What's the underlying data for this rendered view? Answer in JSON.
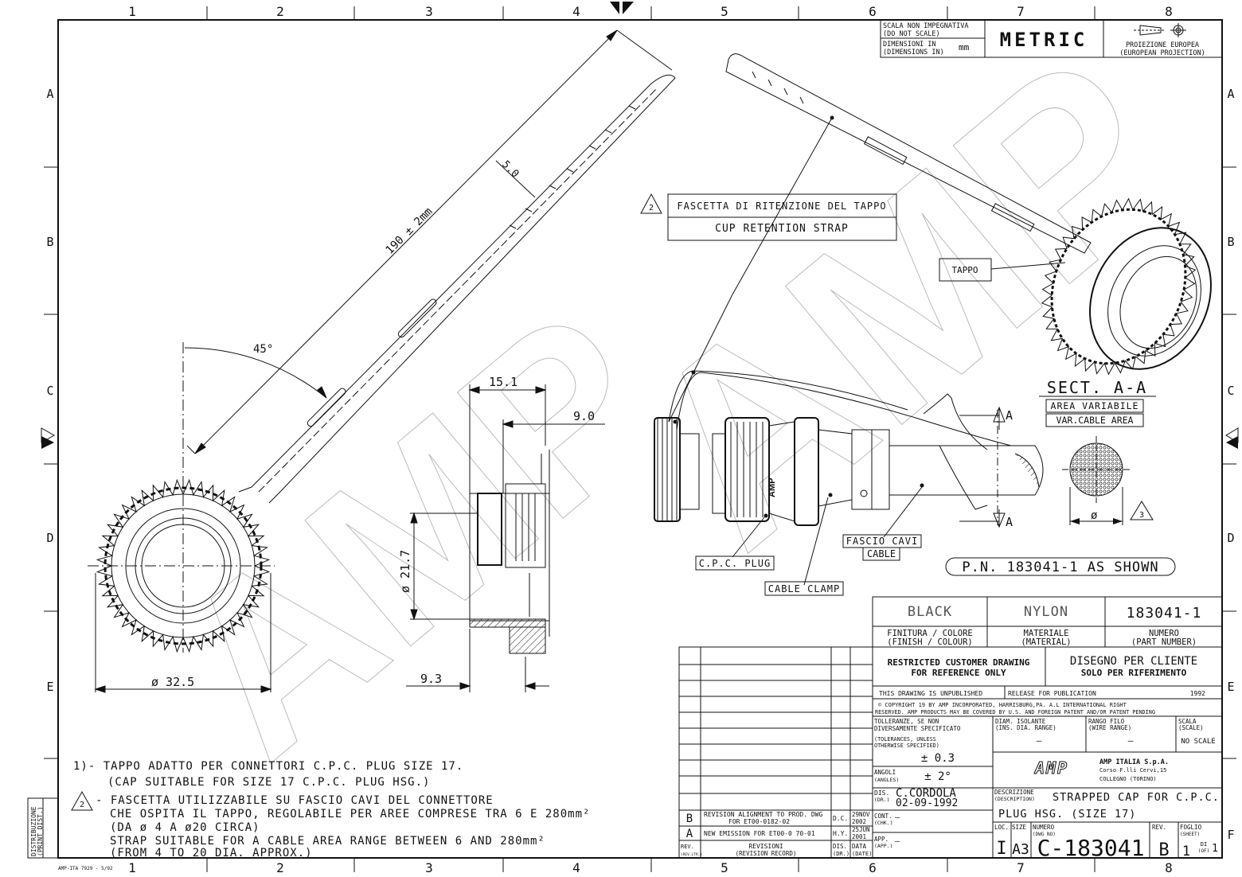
{
  "frame": {
    "columns": [
      "1",
      "2",
      "3",
      "4",
      "5",
      "6",
      "7",
      "8"
    ],
    "rows": [
      "A",
      "B",
      "C",
      "D",
      "E",
      "F"
    ]
  },
  "header": {
    "scale_it": "SCALA NON IMPEGNATIVA",
    "scale_en": "(DO NOT SCALE)",
    "dim_it": "DIMENSIONI IN",
    "dim_en": "(DIMENSIONS IN)",
    "unit": "mm",
    "metric": "METRIC",
    "proj_it": "PROIEZIONE EUROPEA",
    "proj_en": "(EUROPEAN PROJECTION)"
  },
  "watermark": "AMP",
  "strap": {
    "dim_length": "190 ± 2mm",
    "dim_width": "5.0",
    "angle": "45°",
    "diameter": "ø 32.5"
  },
  "side_view": {
    "dim_top": "15.1",
    "dim_sub": "9.0",
    "dim_dia": "ø 21.7",
    "dim_bottom": "9.3"
  },
  "labels": {
    "note_marker": "2",
    "strap_it": "FASCETTA DI RITENZIONE DEL TAPPO",
    "strap_en": "CUP RETENTION STRAP",
    "cap": "TAPPO",
    "cpc_plug": "C.P.C. PLUG",
    "cable_clamp": "CABLE CLAMP",
    "fascio_cavi": "FASCIO CAVI",
    "cable": "CABLE",
    "section_marker": "A",
    "plug_logo": "AMP",
    "sect_title": "SECT. A-A",
    "area_var_it": "AREA VARIABILE",
    "area_var_en": "VAR.CABLE AREA",
    "diameter_symbol": "ø",
    "sect_note_marker": "3",
    "pn_shown": "P.N. 183041-1 AS SHOWN"
  },
  "notes": {
    "n1_it": "1)- TAPPO ADATTO PER CONNETTORI C.P.C. PLUG SIZE 17.",
    "n1_en": "(CAP SUITABLE FOR SIZE 17 C.P.C. PLUG HSG.)",
    "n2_marker": "2",
    "n2_it_1": "- FASCETTA UTILIZZABILE SU FASCIO CAVI DEL CONNETTORE",
    "n2_it_2": "CHE OSPITA IL TAPPO, REGOLABILE PER AREE COMPRESE TRA 6 E 280mm²",
    "n2_it_3": "(DA ø 4 A ø20 CIRCA)",
    "n2_en_1": "STRAP SUITABLE FOR A CABLE AREA RANGE BETWEEN 6 AND 280mm²",
    "n2_en_2": "(FROM 4 TO 20 DIA. APPROX.)"
  },
  "title_block": {
    "finish": "BLACK",
    "material": "NYLON",
    "part_number": "183041-1",
    "finish_label_it": "FINITURA / COLORE",
    "finish_label_en": "(FINISH / COLOUR)",
    "material_label_it": "MATERIALE",
    "material_label_en": "(MATERIAL)",
    "pn_label_it": "NUMERO",
    "pn_label_en": "(PART NUMBER)",
    "restricted_1": "RESTRICTED CUSTOMER DRAWING",
    "restricted_2": "FOR REFERENCE ONLY",
    "disegno_1": "DISEGNO PER CLIENTE",
    "disegno_2": "SOLO PER RIFERIMENTO",
    "unpublished": "THIS DRAWING IS UNPUBLISHED",
    "release": "RELEASE FOR PUBLICATION",
    "release_year": "1992",
    "copyright_1": "© COPYRIGHT 19    BY AMP INCORPORATED, HARRISBURG,PA.   A.L INTERNATIONAL RIGHT",
    "copyright_2": "RESERVED. AMP PRODUCTS MAY BE COVERED BY U.S. AND FOREIGN PATENT AND/OR PATENT PENDING",
    "tol_it_1": "TOLLERANZE, SE NON",
    "tol_it_2": "DIVERSAMENTE SPECIFICATO",
    "tol_en_1": "(TOLERANCES, UNLESS",
    "tol_en_2": "OTHERWISE SPECIFIED)",
    "tol_lin": "± 0.3",
    "angles_it": "ANGOLI",
    "angles_en": "(ANGLES)",
    "tol_ang": "± 2°",
    "ins_dia_it": "DIAM. ISOLANTE",
    "ins_dia_en": "(INS. DIA. RANGE)",
    "wire_it": "RANGO FILO",
    "wire_en": "(WIRE RANGE)",
    "scale_it": "SCALA",
    "scale_en": "(SCALE)",
    "dash": "—",
    "no_scale": "NO SCALE",
    "company_logo": "AMP",
    "company": "AMP ITALIA S.p.A.",
    "address_1": "Corso F.lli Cervi,15",
    "address_2": "COLLEGNO (TORINO)",
    "dis_label": "DIS.",
    "dis_label_en": "(DR.)",
    "drawn_by": "C.CORDOLA",
    "drawn_date": "02-09-1992",
    "desc_label": "DESCRIZIONE",
    "desc_label_en": "(DESCRIPTION)",
    "desc_1": "STRAPPED CAP FOR C.P.C.",
    "desc_2": "PLUG HSG. (SIZE 17)",
    "cont_label": "CONT.",
    "cont_label_en": "(CHK.)",
    "app_label": "APP.",
    "app_label_en": "(APP.)",
    "loc_label": "LOC.",
    "size_label": "SIZE",
    "numero_label": "NUMERO",
    "dwg_no_label": "(DWG NO)",
    "rev_label": "REV.",
    "foglio_label": "FOGLIO",
    "sheet_label": "(SHEET)",
    "loc": "I",
    "size": "A3",
    "dwg_no": "C-183041",
    "rev": "B",
    "sheet": "1",
    "di": "DI",
    "of": "(OF)",
    "sheet_of": "1"
  },
  "revisions": [
    {
      "rev": "B",
      "desc": "REVISION ALIGNMENT TO PROD. DWG",
      "desc2": "FOR ET00-0182-02",
      "by": "D.C.",
      "date": "29NOV",
      "date2": "2002"
    },
    {
      "rev": "A",
      "desc": "NEW EMISSION FOR ET00-0 70-01",
      "desc2": "",
      "by": "H.Y.",
      "date": "25JUN",
      "date2": "2001"
    }
  ],
  "rev_headers": {
    "rev": "REV.",
    "rev_en": "(REV.LTR.)",
    "desc": "REVISIONI",
    "desc_en": "(REVISION RECORD)",
    "by": "DIS.",
    "by_en": "(DR.)",
    "date": "DATA",
    "date_en": "(DATE)"
  },
  "side_margin": {
    "dist_it": "DISTRIBUZIONE",
    "dist_en": "(PRINT DIST.)"
  },
  "footer_code": "AMP-ITA 7929 - 5/92"
}
